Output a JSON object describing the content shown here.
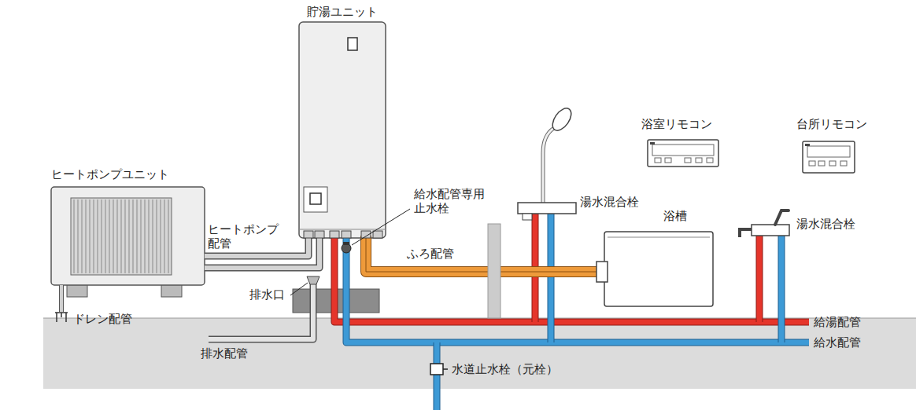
{
  "diagram": {
    "labels": [
      "貯湯ユニット",
      "浴室リモコン",
      "台所リモコン",
      "ヒートポンプユニット",
      "給水配管専用 止水栓",
      "湯水混合栓",
      "浴槽",
      "湯水混合栓",
      "ヒートポンプ 配管",
      "ふろ配管",
      "排水口",
      "ドレン配管",
      "給湯配管",
      "排水配管",
      "給水配管",
      "水道止水栓（元栓）"
    ]
  }
}
